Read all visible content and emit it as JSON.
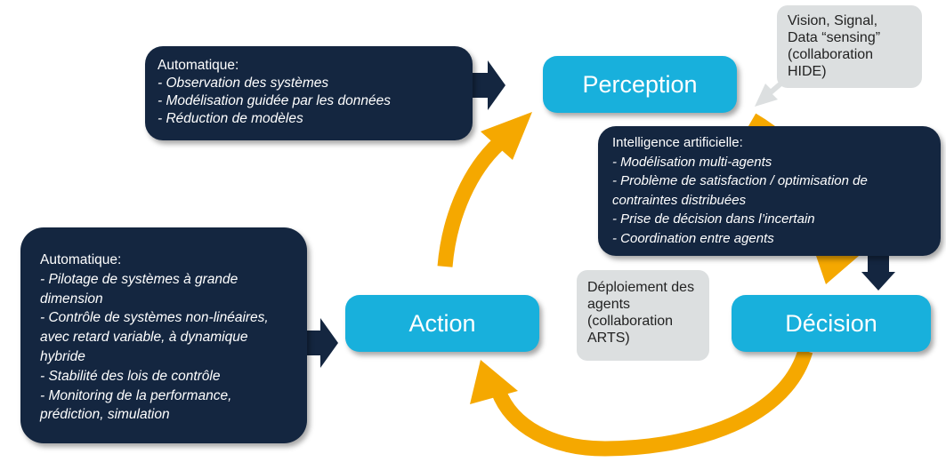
{
  "nodes": {
    "perception": "Perception",
    "action": "Action",
    "decision": "Décision"
  },
  "boxes": {
    "top_left": {
      "title": "Automatique:",
      "items": [
        "- Observation des systèmes",
        "- Modélisation guidée par les données",
        "- Réduction de modèles"
      ]
    },
    "right": {
      "title": "Intelligence artificielle:",
      "items": [
        "- Modélisation multi-agents",
        "- Problème de satisfaction / optimisation de contraintes distribuées",
        "- Prise de décision dans l’incertain",
        "- Coordination entre agents"
      ]
    },
    "bottom_left": {
      "title": "Automatique:",
      "items": [
        "- Pilotage de systèmes à grande dimension",
        "- Contrôle de systèmes non-linéaires, avec retard variable, à dynamique hybride",
        "- Stabilité des lois de contrôle",
        "- Monitoring de la performance, prédiction, simulation"
      ]
    }
  },
  "notes": {
    "vision": "Vision, Signal, Data “sensing” (collaboration HIDE)",
    "deploiement": "Déploiement des agents (collaboration ARTS)"
  },
  "colors": {
    "node": "#18b0dc",
    "dark_box": "#142640",
    "cycle_arrow": "#f5a800",
    "note": "#dcdfe0"
  }
}
